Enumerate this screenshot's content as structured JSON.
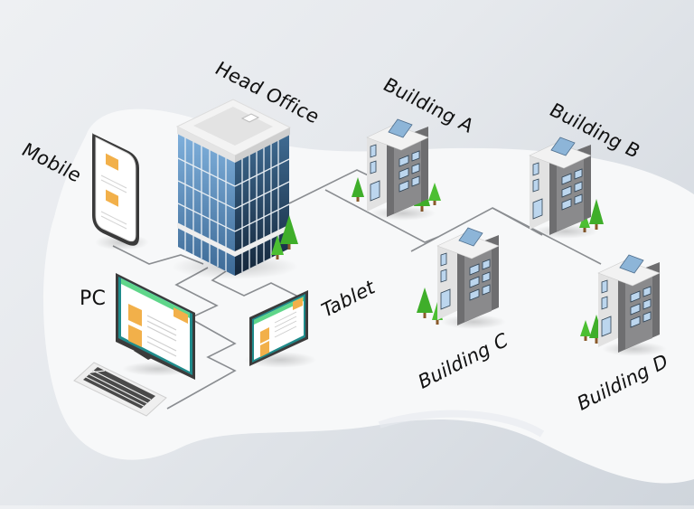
{
  "diagram": {
    "type": "network-topology",
    "nodes": [
      {
        "id": "head_office",
        "label": "Head Office",
        "kind": "office-tower"
      },
      {
        "id": "mobile",
        "label": "Mobile",
        "kind": "smartphone"
      },
      {
        "id": "pc",
        "label": "PC",
        "kind": "desktop-computer"
      },
      {
        "id": "tablet",
        "label": "Tablet",
        "kind": "tablet"
      },
      {
        "id": "building_a",
        "label": "Building A",
        "kind": "building"
      },
      {
        "id": "building_b",
        "label": "Building B",
        "kind": "building"
      },
      {
        "id": "building_c",
        "label": "Building C",
        "kind": "building"
      },
      {
        "id": "building_d",
        "label": "Building D",
        "kind": "building"
      }
    ],
    "edges": [
      [
        "head_office",
        "mobile"
      ],
      [
        "head_office",
        "pc"
      ],
      [
        "head_office",
        "tablet"
      ],
      [
        "head_office",
        "building_a"
      ],
      [
        "building_a",
        "building_c"
      ],
      [
        "building_a",
        "building_b"
      ],
      [
        "building_b",
        "building_d"
      ]
    ]
  },
  "labels": {
    "head_office": "Head Office",
    "mobile": "Mobile",
    "pc": "PC",
    "tablet": "Tablet",
    "building_a": "Building A",
    "building_b": "Building B",
    "building_c": "Building C",
    "building_d": "Building D"
  },
  "colors": {
    "platform": "#f7f8f9",
    "line": "#8a8d91",
    "glass_light": "#6fa0cf",
    "glass_dark": "#1f3b55",
    "screen_accent": "#5fd68a",
    "folder": "#f2b04a",
    "tree": "#3fae2a",
    "building_light": "#e3e3e3",
    "building_dark": "#6e6e70"
  }
}
